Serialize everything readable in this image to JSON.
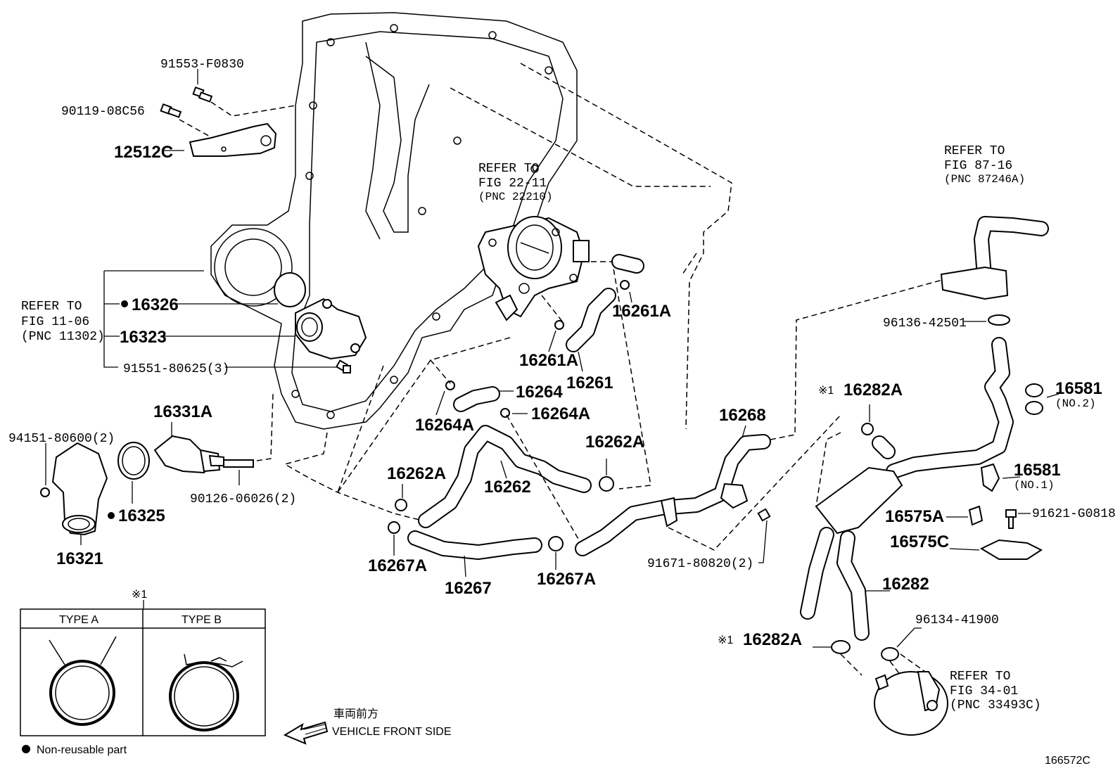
{
  "labels": {
    "p91553": "91553-F0830",
    "p90119": "90119-08C56",
    "p12512C": "12512C",
    "refer_fig11_1": "REFER TO",
    "refer_fig11_2": "FIG 11-06",
    "refer_fig11_3": "(PNC 11302)",
    "p16326": "16326",
    "p16323": "16323",
    "p91551": "91551-80625(3)",
    "p16331A": "16331A",
    "p94151": "94151-80600(2)",
    "p16325": "16325",
    "p90126": "90126-06026(2)",
    "p16321": "16321",
    "refer_fig22_1": "REFER TO",
    "refer_fig22_2": "FIG 22-11",
    "refer_fig22_3": "(PNC 22210)",
    "p16261A_top": "16261A",
    "p16261A_mid": "16261A",
    "p16261": "16261",
    "p16264": "16264",
    "p16264A_left": "16264A",
    "p16264A_right": "16264A",
    "p16262A_right": "16262A",
    "p16262A_left": "16262A",
    "p16262": "16262",
    "p16267A_left": "16267A",
    "p16267": "16267",
    "p16267A_right": "16267A",
    "p16268": "16268",
    "p91671": "91671-80820(2)",
    "refer_fig87_1": "REFER TO",
    "refer_fig87_2": "FIG 87-16",
    "refer_fig87_3": "(PNC 87246A)",
    "p96136": "96136-42501",
    "note1_top": "※1",
    "p16282A_top": "16282A",
    "p16581_no2": "16581",
    "no2": "(NO.2)",
    "p16581_no1": "16581",
    "no1": "(NO.1)",
    "p16575A": "16575A",
    "p91621": "91621-G0818",
    "p16575C": "16575C",
    "p16282": "16282",
    "p96134": "96134-41900",
    "note1_bot": "※1",
    "p16282A_bot": "16282A",
    "refer_fig34_1": "REFER TO",
    "refer_fig34_2": "FIG 34-01",
    "refer_fig34_3": "(PNC 33493C)",
    "table_note": "※1",
    "type_a": "TYPE A",
    "type_b": "TYPE B",
    "legend_nonreusable": "Non-reusable part",
    "front_jp": "車両前方",
    "front_en": "VEHICLE FRONT SIDE",
    "figure_id": "166572C"
  }
}
